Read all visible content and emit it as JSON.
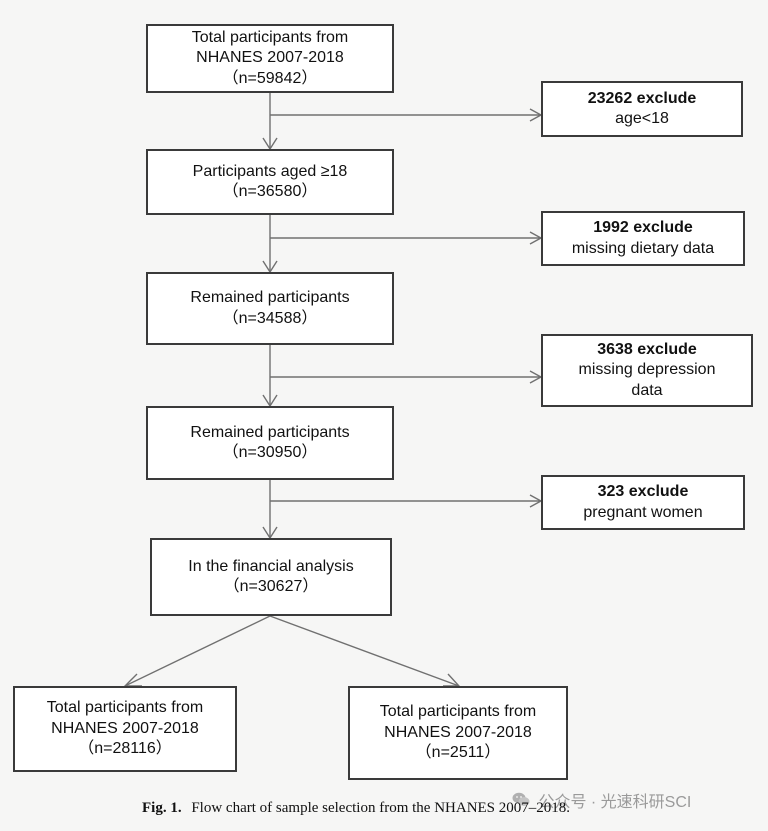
{
  "flowchart": {
    "boxes": {
      "total_start": {
        "line1": "Total participants from",
        "line2": "NHANES 2007-2018",
        "line3": "（n=59842）"
      },
      "aged18": {
        "line1": "Participants aged ≥18",
        "line2": "（n=36580）"
      },
      "remained1": {
        "line1": "Remained participants",
        "line2": "（n=34588）"
      },
      "remained2": {
        "line1": "Remained participants",
        "line2": "（n=30950）"
      },
      "financial": {
        "line1": "In the financial analysis",
        "line2": "（n=30627）"
      },
      "left_total": {
        "line1": "Total participants from",
        "line2": "NHANES 2007-2018",
        "line3": "（n=28116）"
      },
      "right_total": {
        "line1": "Total participants from",
        "line2": "NHANES 2007-2018",
        "line3": "（n=2511）"
      }
    },
    "exclusions": {
      "ex1": {
        "count": "23262 exclude",
        "reason": "age<18"
      },
      "ex2": {
        "count": "1992 exclude",
        "reason": "missing dietary data"
      },
      "ex3": {
        "count": "3638 exclude",
        "reason_line1": "missing depression",
        "reason_line2": "data"
      },
      "ex4": {
        "count": "323 exclude",
        "reason": "pregnant women"
      }
    }
  },
  "caption": {
    "label": "Fig. 1.",
    "text": "Flow chart of sample selection from the NHANES 2007–2018."
  },
  "watermark": {
    "icon": "wechat-icon",
    "text": "公众号 · 光速科研SCI"
  },
  "colors": {
    "background": "#f6f6f5",
    "box_fill": "#ffffff",
    "box_border": "#3a3a3a",
    "arrow": "#707070",
    "watermark": "#9a9a9a"
  }
}
